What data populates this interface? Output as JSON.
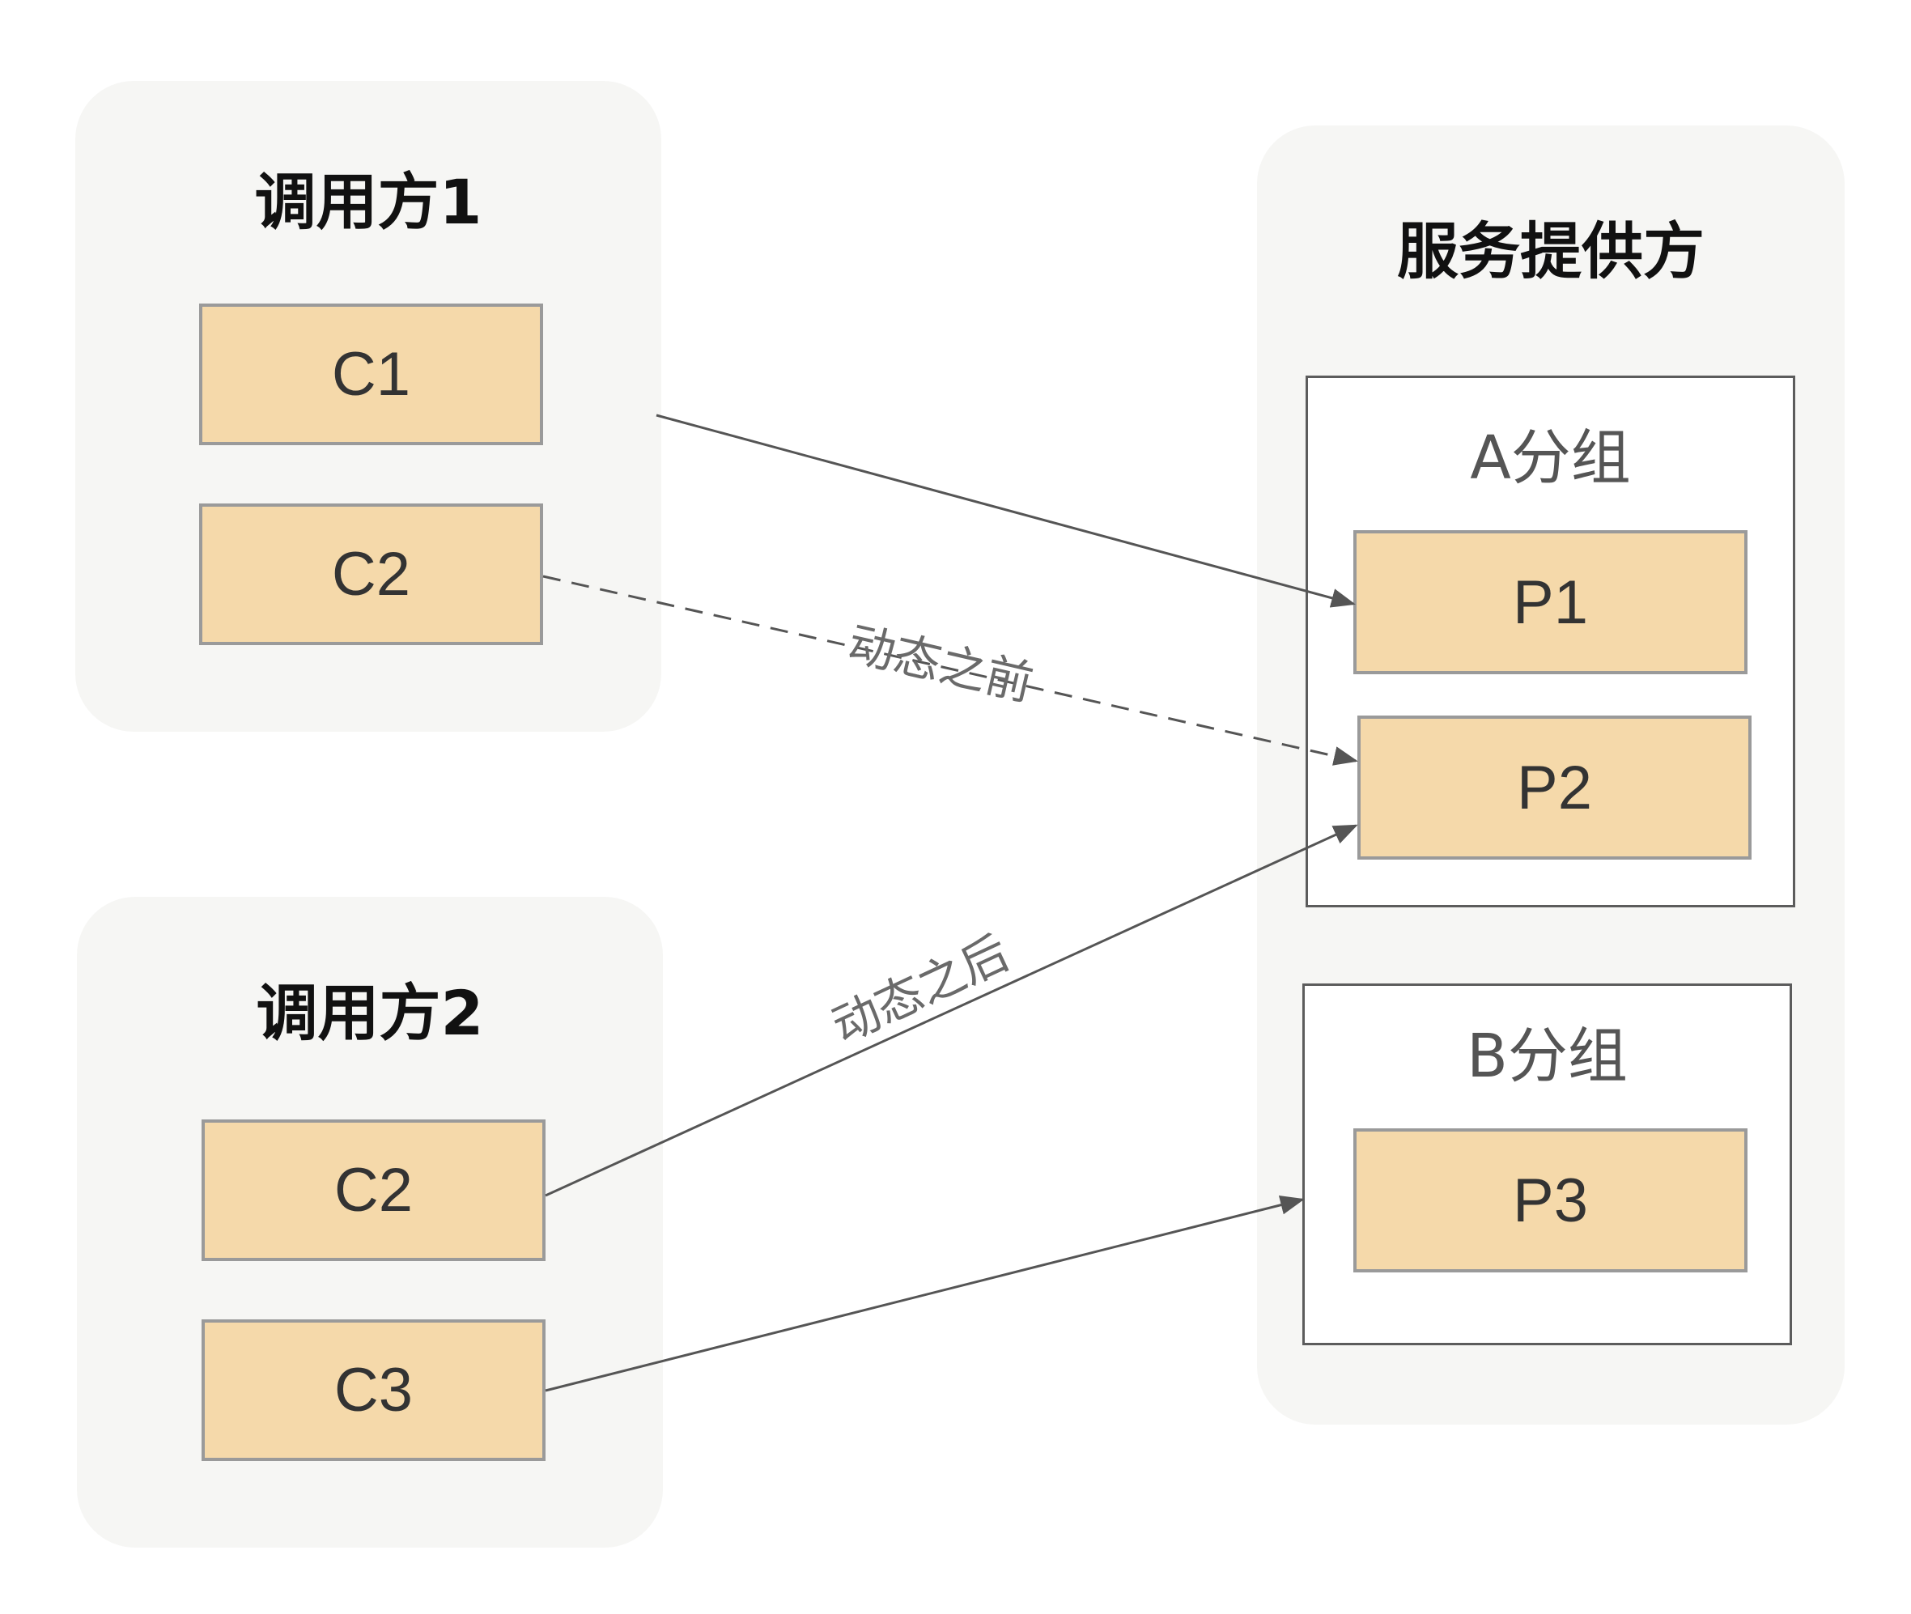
{
  "callers": [
    {
      "title": "调用方1",
      "nodes": [
        "C1",
        "C2"
      ]
    },
    {
      "title": "调用方2",
      "nodes": [
        "C2",
        "C3"
      ]
    }
  ],
  "provider": {
    "title": "服务提供方",
    "groups": [
      {
        "title": "A分组",
        "nodes": [
          "P1",
          "P2"
        ]
      },
      {
        "title": "B分组",
        "nodes": [
          "P3"
        ]
      }
    ]
  },
  "edges": {
    "before_label": "动态之前",
    "after_label": "动态之后"
  },
  "colors": {
    "panel_bg": "#f6f6f4",
    "node_fill": "#f5d9aa",
    "node_border": "#9a9a9a",
    "edge": "#555555"
  }
}
